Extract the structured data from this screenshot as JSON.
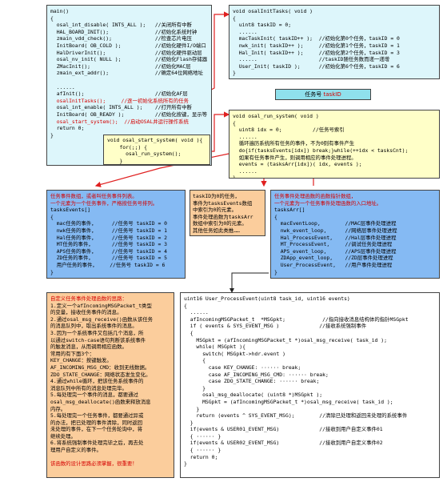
{
  "main_box": {
    "lines": [
      "main()",
      "{",
      "  osal_int_disable( INTS_ALL );   //关闭所有中断",
      "  HAL_BOARD_INIT();               //初始化系统时钟",
      "  zmain_vdd_check();              //检查芯片电压",
      "  InitBoard( OB_COLD );           //初始化硬件I/O端口",
      "  HalDriverInit();                //初始化硬件驱动层",
      "  osal_nv_init( NULL );           //初始化Flash存储器",
      "  ZMacInit();                     //初始化MAC层",
      "  zmain_ext_addr();               //确定64位网络地址",
      "",
      "  ......",
      "  afInit();                       //初始化AF层",
      "  osalInitTasks();     //逐一初始化系统所有的任务",
      "  osal_int_enable( INTS_ALL );    //打开所有中断",
      "  InitBoard( OB_READY );          //初始化按键，显示等",
      "  osal_start_system();  //启动OSAL并运行操作系统",
      "  return 0;",
      "}"
    ],
    "red_lines": [
      13,
      16
    ]
  },
  "start_system_box": {
    "lines": [
      "void osal_start_system( void ){",
      "    for(;;) {",
      "      osal_run_system();",
      "    }",
      "}"
    ]
  },
  "init_tasks_box": {
    "lines": [
      "void osalInitTasks( void )",
      "{",
      "  uint8 taskID = 0;",
      "  ......",
      "  macTaskInit( taskID++ );  //初始化第0个任务，taskID = 0",
      "  nwk_init( taskID++ );     //初始化第1个任务，taskID = 1",
      "  Hal_Init( taskID++ );     //初始化第2个任务，taskID = 3",
      "  ......                    //taskID随任务数而递一递增",
      "  User_Init( taskID );      //初始化第6个任务，taskID = 6",
      "}"
    ]
  },
  "taskid_bar": {
    "prefix": "任务号 ",
    "name": "taskID"
  },
  "run_system_box": {
    "lines": [
      "void osal_run_system( void )",
      "{",
      "  uint8 idx = 0;          //任务号索引",
      "  ......",
      "  循环遍历系统所有任务的事件，不为0则有事件产生",
      "  do{if(tasksEvents[idx]) break;}while(++idx < tasksCnt);",
      "  如果有任务事件产生，则调用相应的事件处理进程。",
      "  events = (tasksArr[idx])( idx, events );",
      "  ......",
      "}"
    ]
  },
  "events_array_box": {
    "lines": [
      "任务事件数组，或者叫任务事件列表。",
      "一个元素为一个任务事件，严格按任务号排列。",
      "tasksEvents[]",
      "{",
      "  mac任务的事件，     //任务号 taskID = 0",
      "  nwk任务的事件，     //任务号 taskID = 1",
      "  Hal任务的事件，     //任务号 taskID = 2",
      "  MT任务的事件，      //任务号 taskID = 3",
      "  APS任务的事件，     //任务号 taskID = 4",
      "  ZD任务的事件，      //任务号 taskID = 5",
      "  用户任务的事件，    //任务号 taskID = 6",
      "}"
    ],
    "red_lines": [
      0,
      1
    ]
  },
  "middle_note": {
    "lines": [
      "taskID为0的任务，",
      "事件为tasksEvents数组",
      "中索引为0的元素。",
      "事件处理函数为tasksArr",
      "数组中索引为0的元素。",
      "其他任务如此类推……"
    ]
  },
  "handlers_array_box": {
    "lines": [
      "任务事件处理函数的函数指针数组，",
      "一个元素为一个任务事件处理函数的入口地址。",
      "tasksArr[]",
      "{",
      "  macEventLoop,        //MAC层事件处理进程",
      "  nwk_event_loop,      //网络层事件处理进程",
      "  Hal_ProcessEvent,    //Hal层事件处理进程",
      "  MT_ProcessEvent,     //调试任务处理进程",
      "  APS_event_loop,      //APS层事件处理进程",
      "  ZDApp_event_loop,    //ZD层事件处理进程",
      "  User_ProcessEvent,   //用户事件处理进程",
      "}"
    ],
    "red_lines": [
      0,
      1
    ]
  },
  "explain_box": {
    "title": "自定义任务事件处理函数的思路：",
    "lines": [
      "1.定义一个afIncomingMSGPacket_t类型",
      "的变量，接收任务事件的消息。",
      "2.通过osal_msg_receive()函数从该任务",
      "的消息队列中，取出系统事件的消息。",
      "3.因为一个系统事件又包括几个消息，所",
      "以通过switch-case语句判断该系统事件",
      "的触发消息，从而调用相应函数。",
      "常用的有下面3个：",
      "KEY_CHANGE：按键触发。",
      "AF_INCOMING_MSG_CMD：收到无线数据。",
      "ZDO_STATE_CHANGE：网络状态发生变化。",
      "4.通过while循环，把该任务系统事件的",
      "消息队列中所有的消息处理完毕。",
      "5.每处理完一个事件的消息，都要通过",
      "osal_msg_deallocate()函数来释放消息",
      "内存。",
      "5.每处理完一个任务事件，都要通过异或",
      "的办法，把已处理的事件清除，同时返回",
      "未处理的事件，在下一个任务轮询中，将",
      "继续处理。",
      "6.将系统强制事件处理完毕之后，再去处",
      "理用户自定义的事件。",
      "",
      "该函数的设计思路必须掌握，很重要！"
    ],
    "red_lines": [
      23
    ]
  },
  "process_event_box": {
    "lines": [
      "uint16 User_ProcessEvent(uint8 task_id, uint16 events)",
      "{",
      "  ......",
      "  afIncomingMSGPacket_t  *MSGpkt;            //指向接收消息结构体的指针MSGpkt",
      "  if ( events & SYS_EVENT_MSG )             //接收系统强制事件",
      "  {",
      "    MSGpkt = (afIncomingMSGPacket_t *)osal_msg_receive( task_id );",
      "    while( MSGpkt ){",
      "      switch( MSGpkt->hdr.event )",
      "      {",
      "        case KEY_CHANGE: ······ break;",
      "        case AF_INCOMING_MSG_CMD: ······ break;",
      "        case ZDO_STATE_CHANGE: ······ break;",
      "      }",
      "      osal_msg_deallocate( (uint8 *)MSGpkt );",
      "      MSGpkt = (afIncomingMSGPacket_t *)osal_msg_receive( task_id );",
      "    }",
      "    return (events ^ SYS_EVENT_MSG);        //清除已处理和返回未处理的系统事件",
      "  }",
      "  if(events & USER01_EVENT_MSG)             //接收到用户自定义事件01",
      "  { ······ }",
      "  if(events & USER02_EVENT_MSG)             //接收到用户自定义事件02",
      "  { ······ }",
      "  return 0;",
      "}"
    ]
  },
  "colors": {
    "cyan_box": "#ddf6fb",
    "yellow_box": "#ffffc8",
    "blue_box": "#85baf3",
    "orange_box": "#fbcd9c",
    "title_bar": "#8fe0ec",
    "arrow": "#e02020",
    "highlight": "#d40000"
  }
}
